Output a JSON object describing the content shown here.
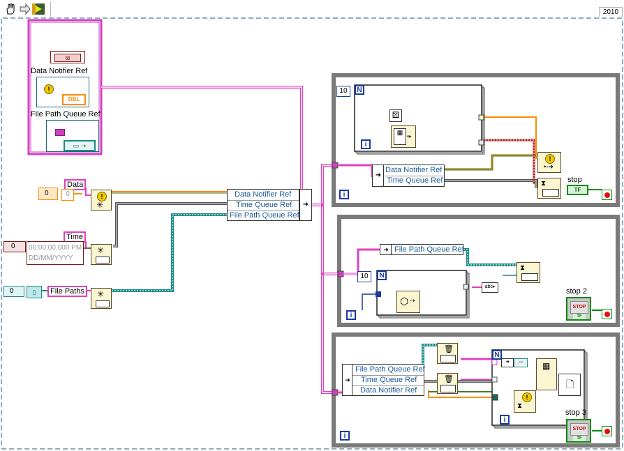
{
  "toolbar": {
    "version": "2010"
  },
  "wires": {
    "notifier": "#e040c0",
    "time": "#7a5a3a",
    "path": "#1a8a8a",
    "numeric": "#ff8c00",
    "bool": "#0a8a0a"
  },
  "constants": {
    "data_notifier_ref": "Data Notifier Ref",
    "file_path_queue_ref": "File Path Queue Ref",
    "dbl": "DBL"
  },
  "controls": {
    "data_label": "Data",
    "data_value": "0",
    "data_index": "0",
    "time_label": "Time",
    "time_index": "0",
    "time_value": "00:00:00.000 PM",
    "time_date": "DD/MM/YYYY",
    "paths_label": "File Paths",
    "paths_index": "0"
  },
  "bundle": {
    "fields": [
      "Data Notifier Ref",
      "Time Queue Ref",
      "File Path Queue Ref"
    ]
  },
  "loop1": {
    "n_count": "10",
    "n_label": "N",
    "iter_label": "i",
    "outer_iter": "i",
    "unbundle": [
      "Data Notifier Ref",
      "Time Queue Ref"
    ],
    "stop_label": "stop",
    "bool_text": "TF"
  },
  "loop2": {
    "n_count": "10",
    "n_label": "N",
    "iter_label": "i",
    "unbundle": [
      "File Path Queue Ref"
    ],
    "stop_label": "stop 2",
    "stop_text": "STOP",
    "bool_text": "TF"
  },
  "loop3": {
    "n_label": "N",
    "iter_label": "i",
    "outer_iter": "i",
    "unbundle": [
      "File Path Queue Ref",
      "Time Queue Ref",
      "Data Notifier Ref"
    ],
    "stop_label": "stop 3",
    "stop_text": "STOP",
    "bool_text": "TF"
  }
}
